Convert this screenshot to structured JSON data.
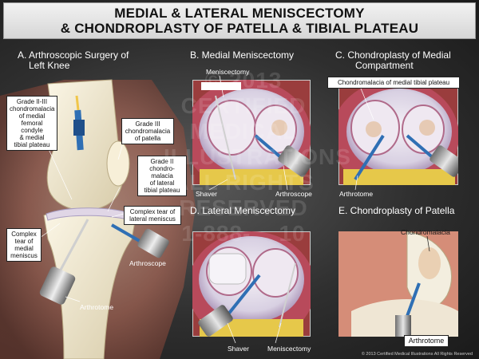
{
  "title": {
    "line1": "MEDIAL & LATERAL MENISCECTOMY",
    "line2": "& CHONDROPLASTY OF PATELLA & TIBIAL PLATEAU"
  },
  "panels": {
    "a": {
      "title_line1": "A. Arthroscopic Surgery of",
      "title_line2": "Left Knee",
      "labels": {
        "grade23_l1": "Grade II-III",
        "grade23_l2": "chondromalacia",
        "grade23_l3": "of medial",
        "grade23_l4": "femoral condyle",
        "grade23_l5": "& medial",
        "grade23_l6": "tibial plateau",
        "grade3_l1": "Grade III",
        "grade3_l2": "chondromalacia",
        "grade3_l3": "of patella",
        "grade2_l1": "Grade II",
        "grade2_l2": "chondro-",
        "grade2_l3": "malacia",
        "grade2_l4": "of lateral",
        "grade2_l5": "tibial plateau",
        "complex_lat_l1": "Complex tear of",
        "complex_lat_l2": "lateral meniscus",
        "complex_med_l1": "Complex",
        "complex_med_l2": "tear of",
        "complex_med_l3": "medial",
        "complex_med_l4": "meniscus",
        "arthroscope": "Arthroscope",
        "arthrotome": "Arthrotome"
      }
    },
    "b": {
      "title": "B. Medial Meniscectomy",
      "labels": {
        "meniscectomy": "Meniscectomy",
        "shaver": "Shaver",
        "arthroscope": "Arthroscope"
      }
    },
    "c": {
      "title_line1": "C. Chondroplasty of Medial",
      "title_line2": "Compartment",
      "labels": {
        "chondromalacia": "Chondromalacia of medial tibial plateau",
        "arthrotome": "Arthrotome"
      }
    },
    "d": {
      "title": "D. Lateral Meniscectomy",
      "labels": {
        "shaver": "Shaver",
        "meniscectomy": "Meniscectomy"
      }
    },
    "e": {
      "title": "E. Chondroplasty of Patella",
      "labels": {
        "chondromalacia": "Chondromalacia",
        "arthrotome": "Arthrotome"
      }
    }
  },
  "watermark": {
    "l1": "© 2013",
    "l2": "CERTIFIED",
    "l3": "MEDICAL",
    "l4": "ILLUSTRATIONS",
    "l5": "ALL RIGHTS",
    "l6": "RESERVED",
    "l7": "1-888-",
    "l8": "10"
  },
  "copyright": "© 2013 Certified Medical Illustrations All Rights Reserved",
  "colors": {
    "tool_blue": "#2f6fb4",
    "cartilage": "#e9e4ef",
    "meniscus": "#b7b0c6",
    "synovium": "#c98b9a"
  }
}
